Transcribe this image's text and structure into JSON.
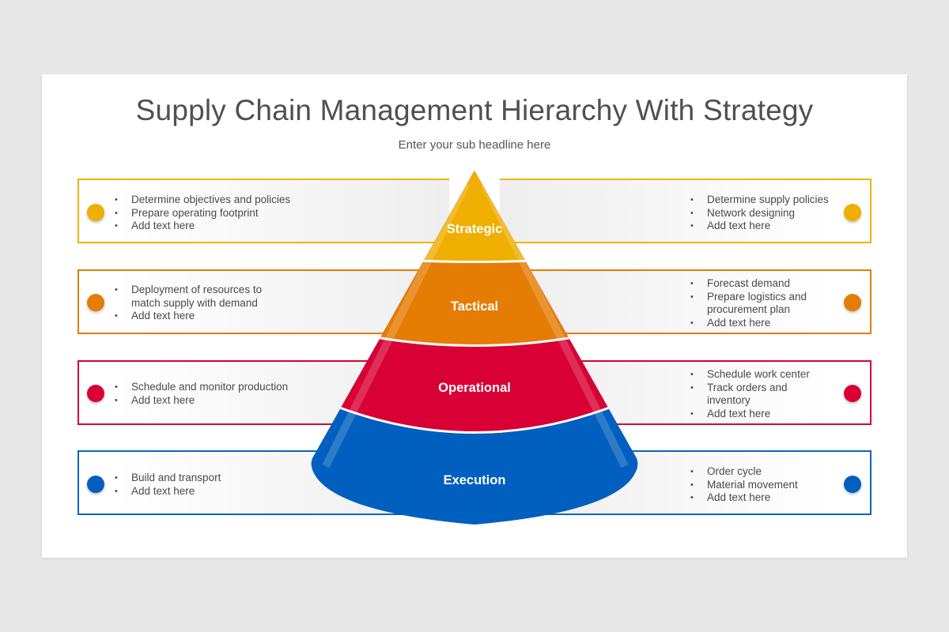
{
  "title": "Supply Chain Management Hierarchy With Strategy",
  "subtitle": "Enter your sub headline here",
  "levels": [
    {
      "label": "Strategic",
      "color": "#f0ae00",
      "left_items": [
        "Determine objectives and policies",
        "Prepare operating footprint",
        "Add text here"
      ],
      "right_items": [
        "Determine supply policies",
        "Network designing",
        "Add text here"
      ]
    },
    {
      "label": "Tactical",
      "color": "#e57c04",
      "left_items": [
        "Deployment of resources to",
        "match supply with demand",
        "Add text here"
      ],
      "right_items": [
        "Forecast demand",
        "Prepare logistics and",
        "procurement plan",
        "Add text here"
      ]
    },
    {
      "label": "Operational",
      "color": "#d80034",
      "left_items": [
        "Schedule and monitor production",
        "Add text here"
      ],
      "right_items": [
        "Schedule work center",
        "Track orders and",
        "inventory",
        "Add text here"
      ]
    },
    {
      "label": "Execution",
      "color": "#005fbf",
      "left_items": [
        "Build and transport",
        "Add text here"
      ],
      "right_items": [
        "Order cycle",
        "Material movement",
        "Add text here"
      ]
    }
  ]
}
